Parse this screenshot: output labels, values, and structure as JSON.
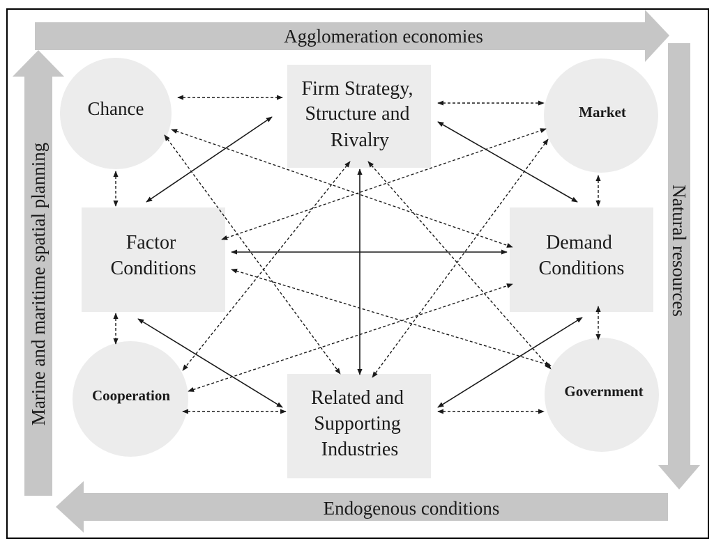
{
  "bands": {
    "top": "Agglomeration economies",
    "right": "Natural resources",
    "bottom": "Endogenous conditions",
    "left": "Marine and maritime spatial planning"
  },
  "boxes": {
    "firm": [
      "Firm Strategy,",
      "Structure and",
      "Rivalry"
    ],
    "factor": [
      "Factor",
      "Conditions"
    ],
    "demand": [
      "Demand",
      "Conditions"
    ],
    "related": [
      "Related and",
      "Supporting",
      "Industries"
    ]
  },
  "circles": {
    "chance": "Chance",
    "market": "Market",
    "cooperation": "Cooperation",
    "government": "Government"
  },
  "colors": {
    "band": "#c6c6c6",
    "node": "#ececec",
    "frame": "#000000",
    "arrow": "#1a1a1a"
  }
}
